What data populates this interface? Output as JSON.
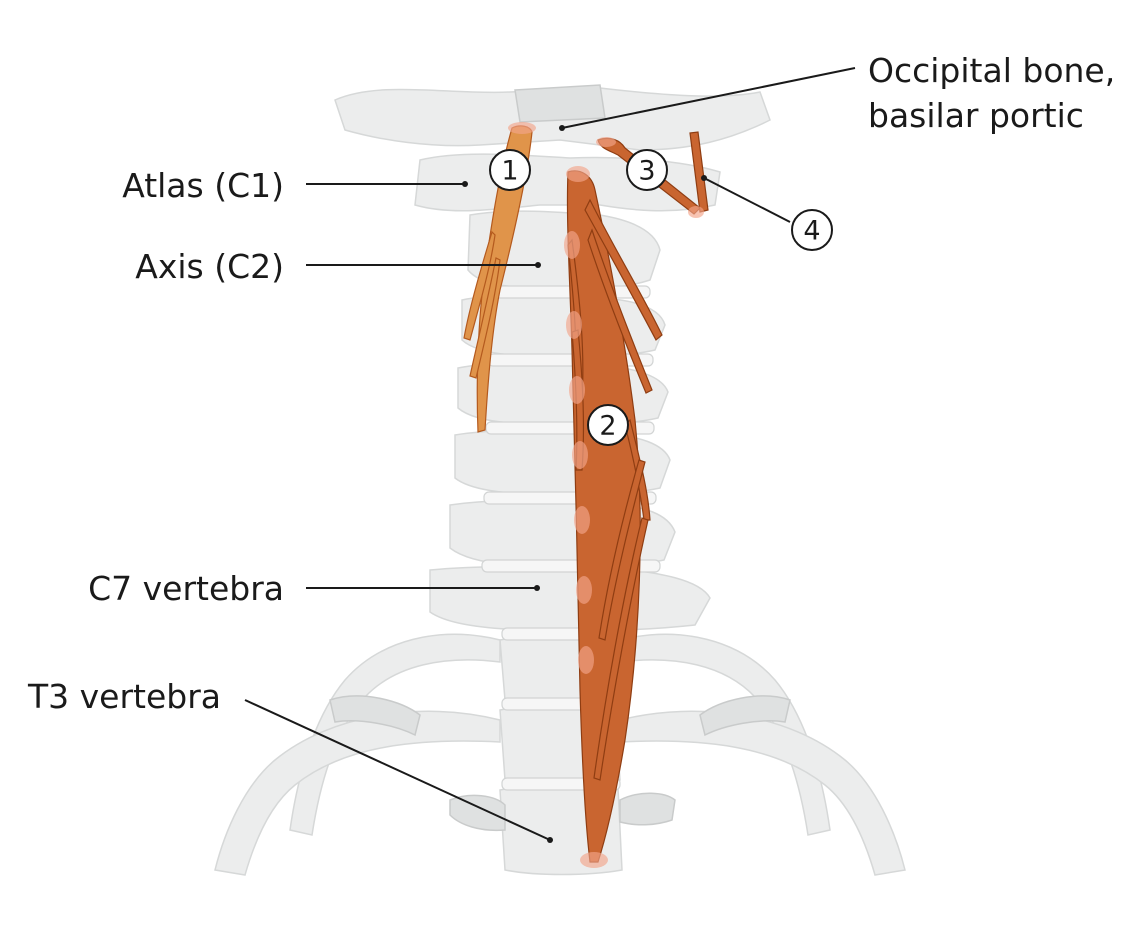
{
  "labels": {
    "occipital_line1": "Occipital bone,",
    "occipital_line2": "basilar portic",
    "atlas": "Atlas (C1)",
    "axis": "Axis (C2)",
    "c7": "C7 vertebra",
    "t3": "T3 vertebra"
  },
  "markers": {
    "m1": "1",
    "m2": "2",
    "m3": "3",
    "m4": "4"
  },
  "colors": {
    "muscle_light": "#e0944a",
    "muscle_dark": "#c96530",
    "bone": "#eceded",
    "attachment": "#f2a48a"
  }
}
